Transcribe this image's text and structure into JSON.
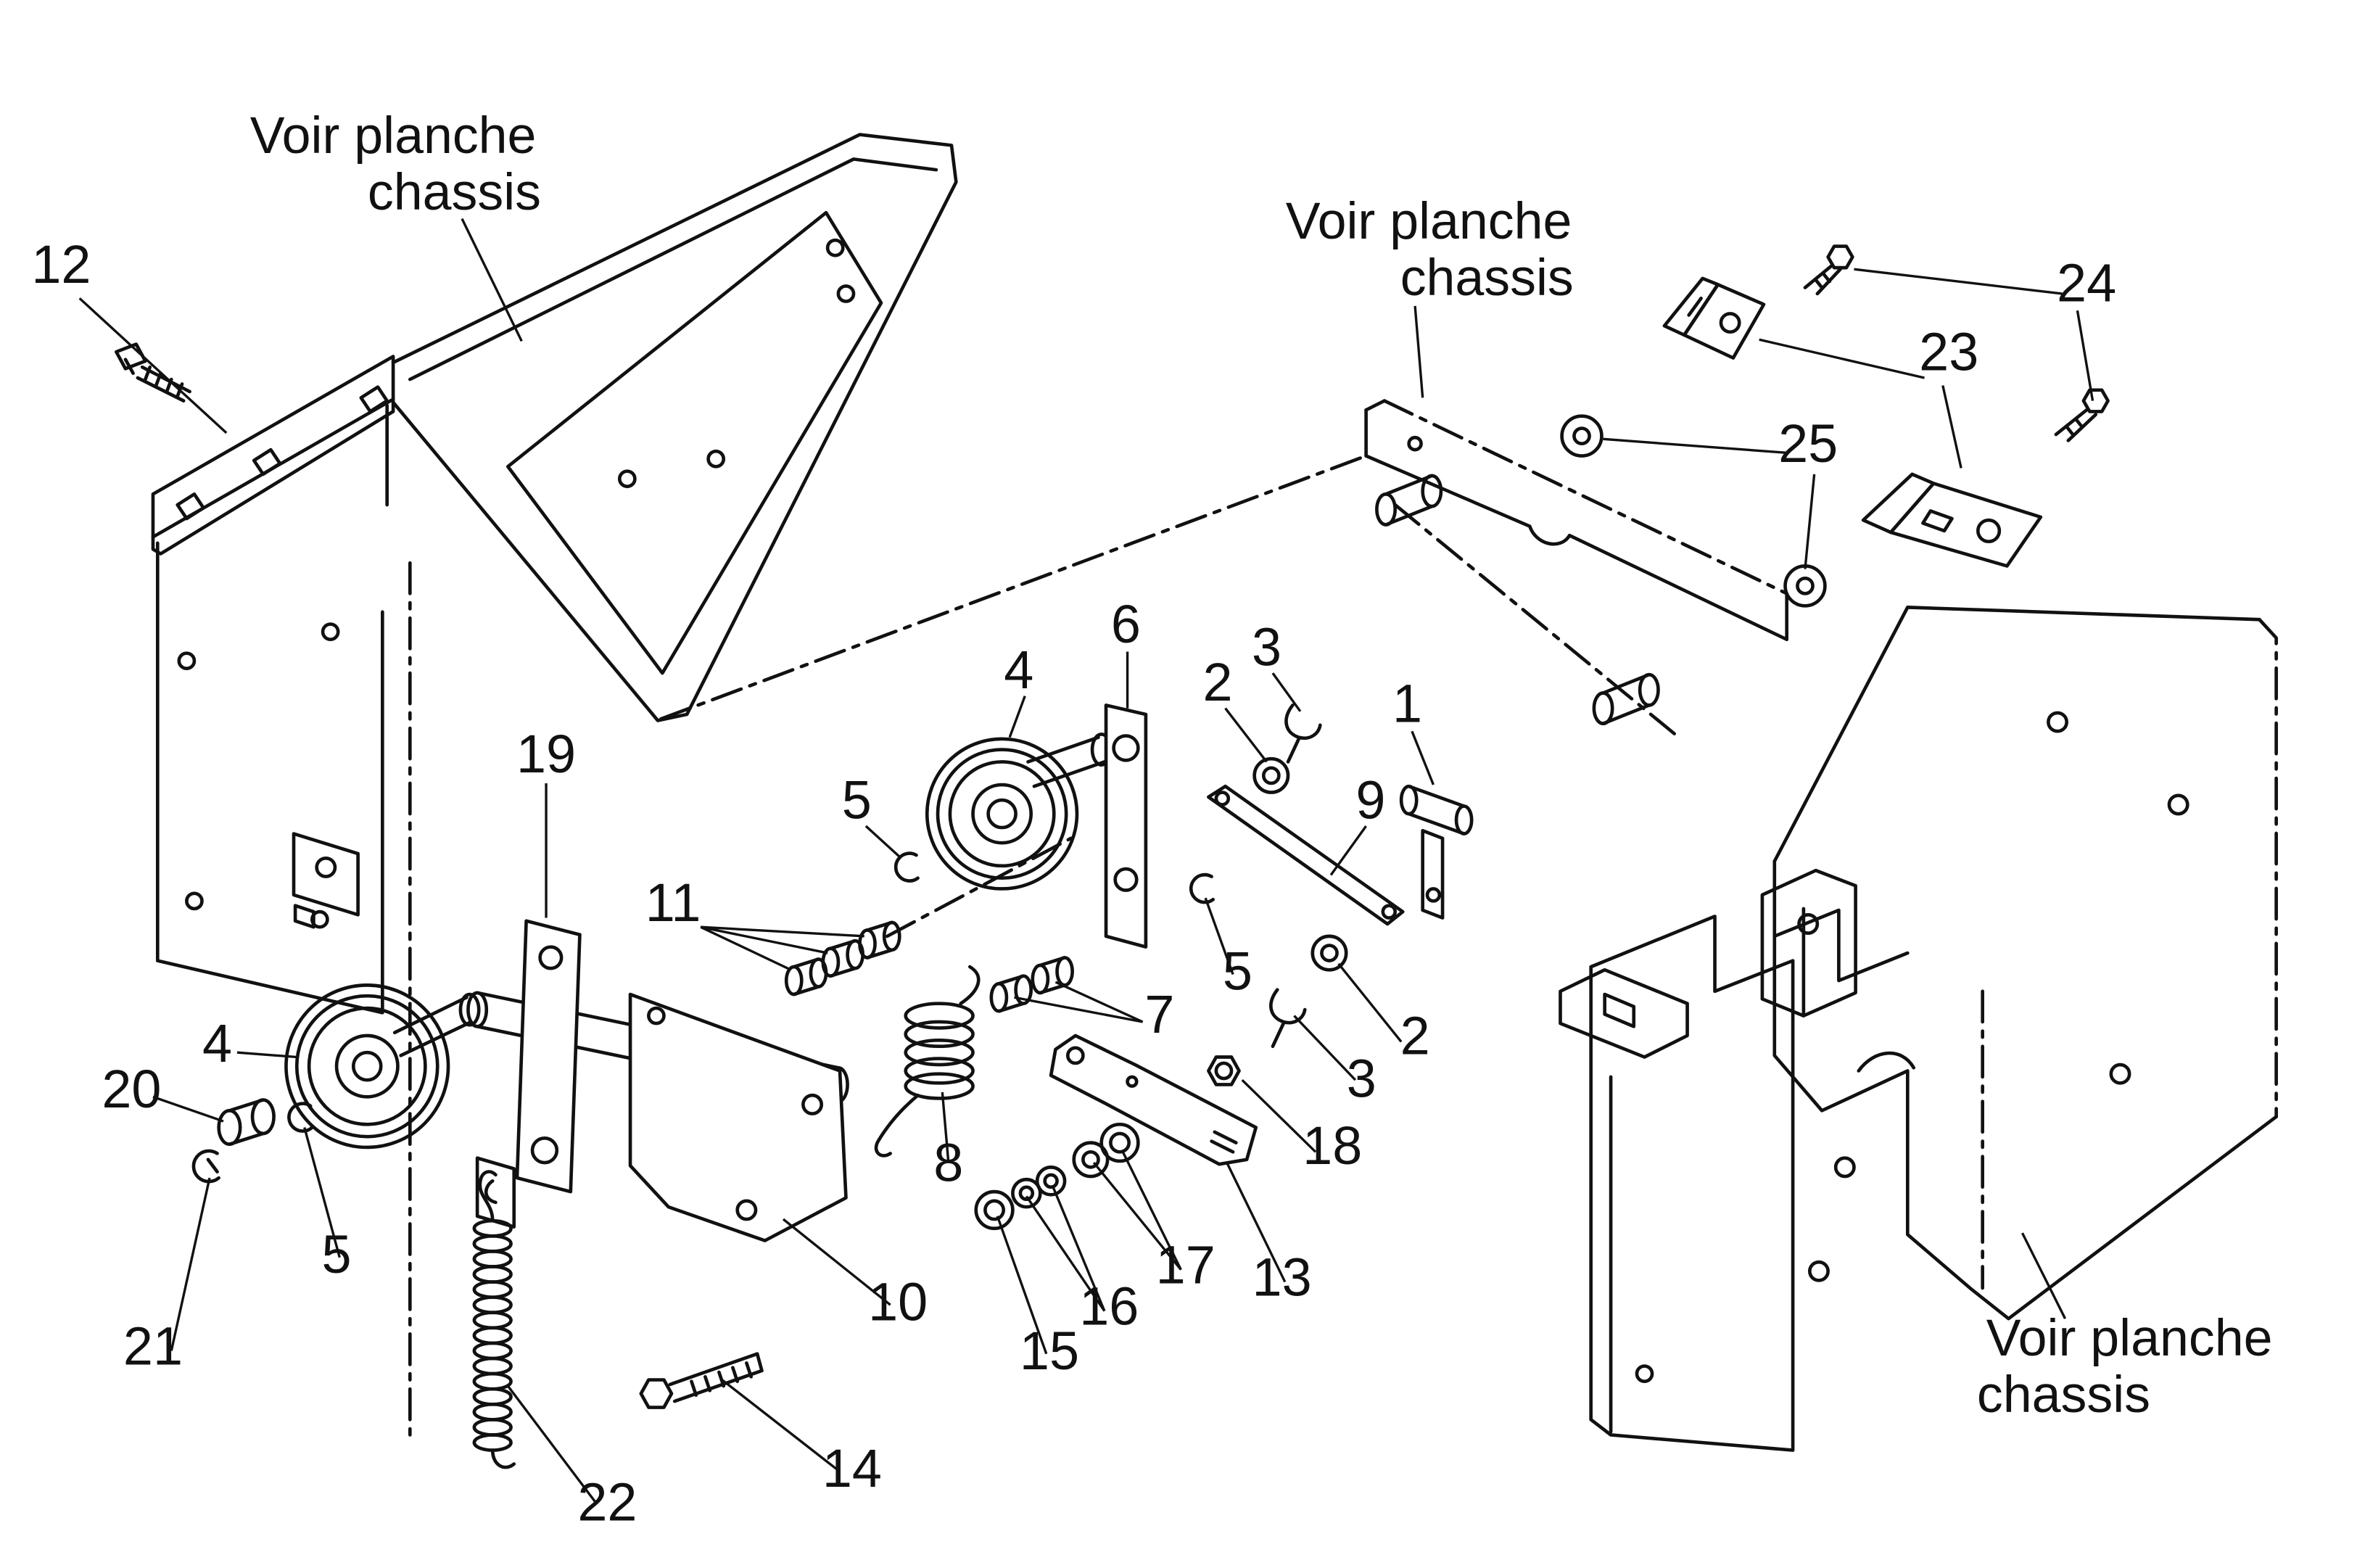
{
  "diagram": {
    "notes": [
      {
        "line1": "Voir planche",
        "line2": "chassis"
      },
      {
        "line1": "Voir planche",
        "line2": "chassis"
      },
      {
        "line1": "Voir planche",
        "line2": "chassis"
      }
    ],
    "callouts": [
      {
        "label": "12"
      },
      {
        "label": "19"
      },
      {
        "label": "11"
      },
      {
        "label": "5"
      },
      {
        "label": "4"
      },
      {
        "label": "6"
      },
      {
        "label": "2"
      },
      {
        "label": "3"
      },
      {
        "label": "1"
      },
      {
        "label": "9"
      },
      {
        "label": "5"
      },
      {
        "label": "2"
      },
      {
        "label": "3"
      },
      {
        "label": "7"
      },
      {
        "label": "4"
      },
      {
        "label": "20"
      },
      {
        "label": "5"
      },
      {
        "label": "21"
      },
      {
        "label": "8"
      },
      {
        "label": "18"
      },
      {
        "label": "13"
      },
      {
        "label": "17"
      },
      {
        "label": "16"
      },
      {
        "label": "15"
      },
      {
        "label": "10"
      },
      {
        "label": "14"
      },
      {
        "label": "22"
      },
      {
        "label": "24"
      },
      {
        "label": "23"
      },
      {
        "label": "25"
      }
    ],
    "colors": {
      "ink": "#111111",
      "background": "#ffffff"
    }
  }
}
